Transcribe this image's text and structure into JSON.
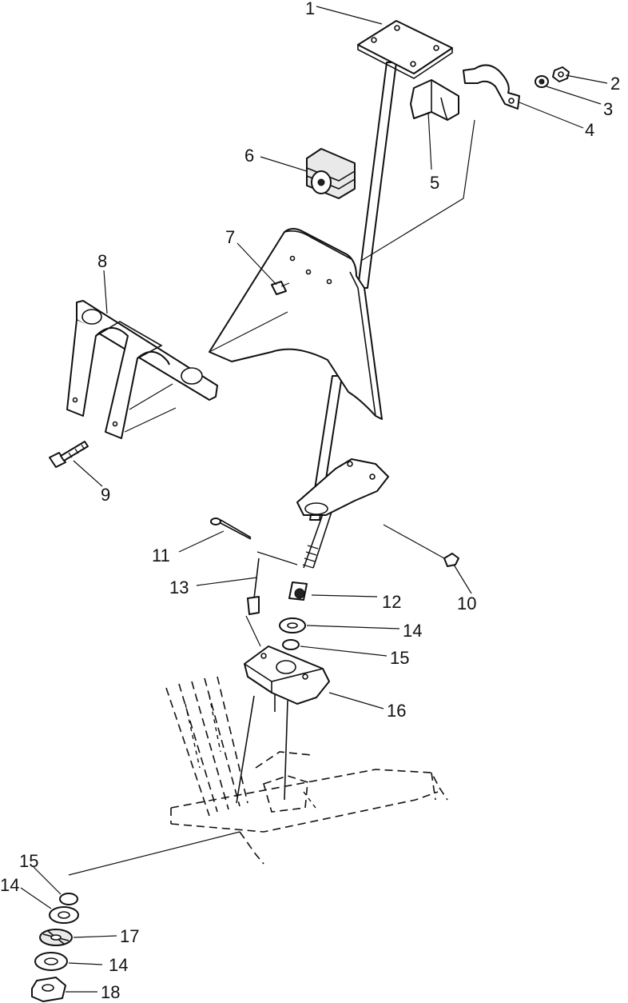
{
  "callouts": {
    "c1": "1",
    "c2": "2",
    "c3": "3",
    "c4": "4",
    "c5": "5",
    "c6": "6",
    "c7": "7",
    "c8": "8",
    "c9": "9",
    "c10": "10",
    "c11": "11",
    "c12": "12",
    "c13": "13",
    "c14a": "14",
    "c15a": "15",
    "c16": "16",
    "c15b": "15",
    "c14b": "14",
    "c17": "17",
    "c14c": "14",
    "c18": "18"
  }
}
